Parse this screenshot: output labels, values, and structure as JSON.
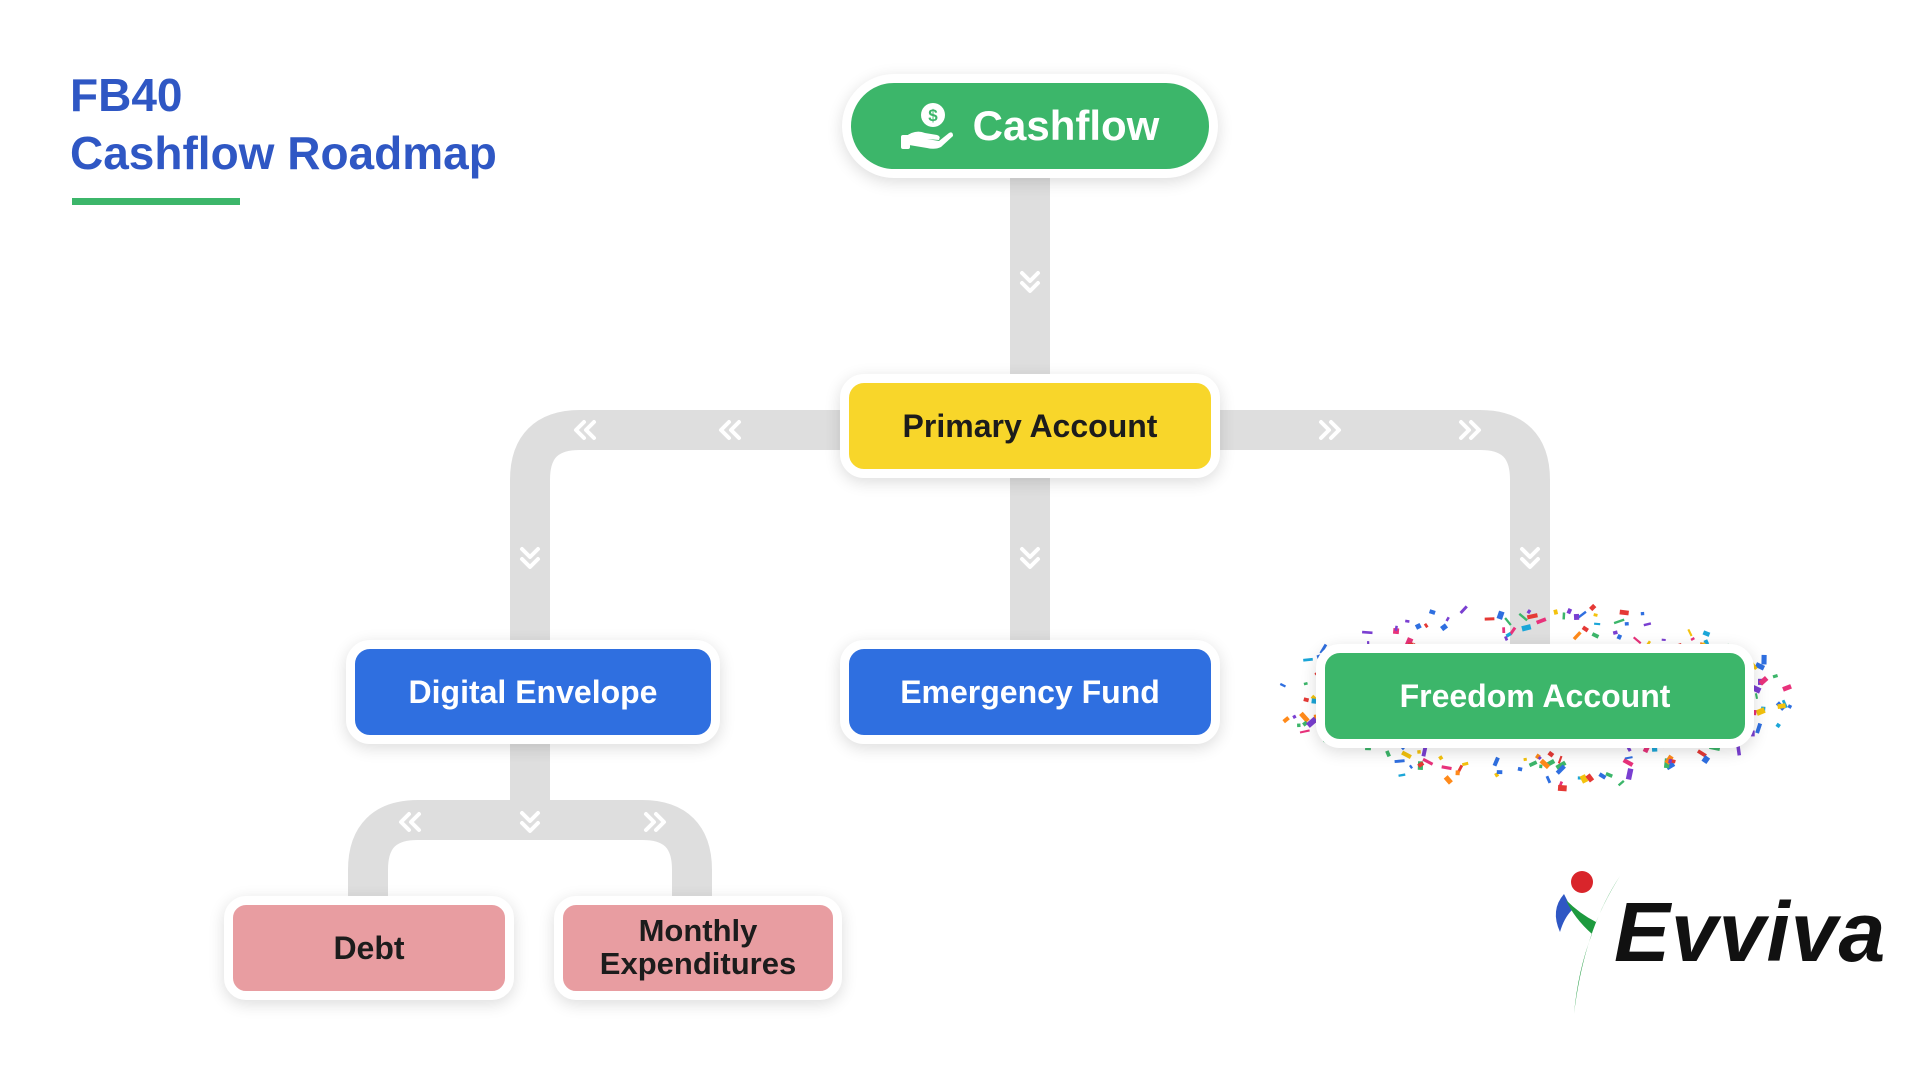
{
  "title": {
    "line1": "FB40",
    "line2": "Cashflow Roadmap"
  },
  "nodes": {
    "cashflow": "Cashflow",
    "primary_account": "Primary Account",
    "digital_envelope": "Digital Envelope",
    "emergency_fund": "Emergency Fund",
    "freedom_account": "Freedom Account",
    "debt": "Debt",
    "monthly_expenditures_line1": "Monthly",
    "monthly_expenditures_line2": "Expenditures"
  },
  "edges": [
    {
      "from": "Cashflow",
      "to": "Primary Account"
    },
    {
      "from": "Primary Account",
      "to": "Digital Envelope"
    },
    {
      "from": "Primary Account",
      "to": "Emergency Fund"
    },
    {
      "from": "Primary Account",
      "to": "Freedom Account"
    },
    {
      "from": "Digital Envelope",
      "to": "Debt"
    },
    {
      "from": "Digital Envelope",
      "to": "Monthly Expenditures"
    }
  ],
  "icons": {
    "cashflow": "money-hand-icon",
    "connector_arrows": "double-chevron-icon",
    "freedom_decoration": "confetti-icon"
  },
  "logo": {
    "text": "Evviva"
  },
  "colors": {
    "title": "#2f57c4",
    "title_underline": "#3cb66a",
    "cashflow": "#3cb66a",
    "primary_account": "#f8d62a",
    "digital_envelope": "#2f6fe0",
    "emergency_fund": "#2f6fe0",
    "freedom_account": "#3cb66a",
    "debt": "#e89da1",
    "monthly_expenditures": "#e89da1",
    "connector": "#dedede",
    "chevron": "#ffffff"
  }
}
